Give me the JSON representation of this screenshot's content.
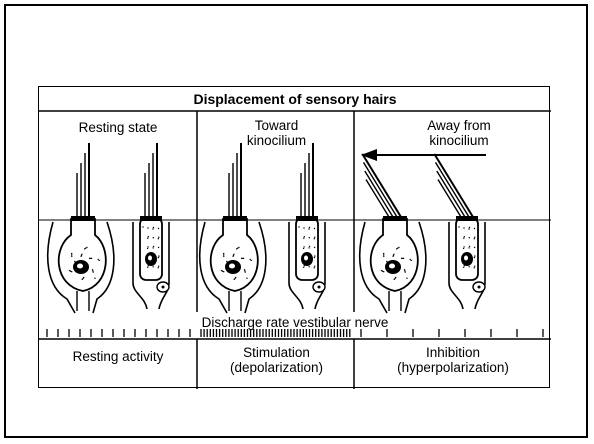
{
  "figure": {
    "title": "Displacement of sensory hairs",
    "columns": [
      {
        "heading": "Resting state",
        "footer": "Resting activity"
      },
      {
        "heading": "Toward\nkinocilium",
        "footer": "Stimulation\n(depolarization)"
      },
      {
        "heading": "Away from\nkinocilium",
        "footer": "Inhibition\n(hyperpolarization)"
      }
    ],
    "nerve_label": "Discharge rate vestibular nerve"
  }
}
